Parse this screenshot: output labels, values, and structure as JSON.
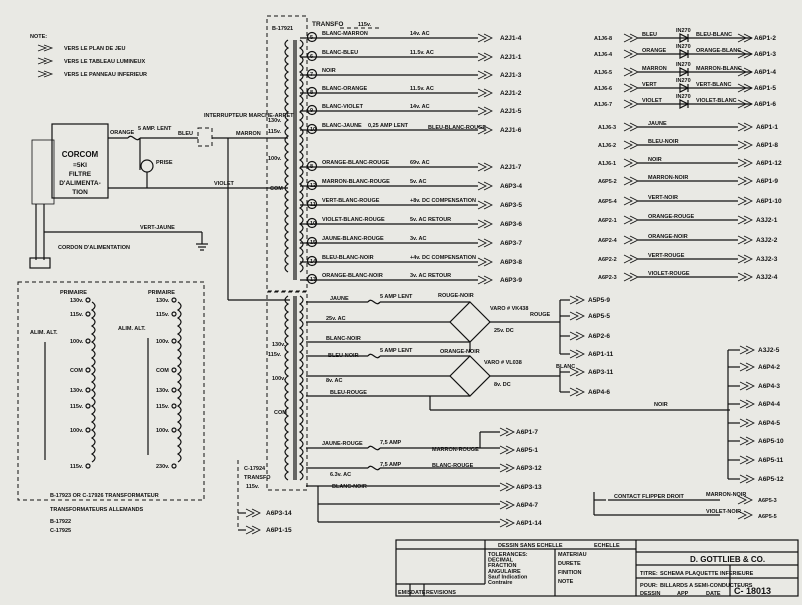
{
  "note": {
    "title": "NOTE:",
    "items": [
      "VERS LE PLAN DE JEU",
      "VERS LE TABLEAU LUMINEUX",
      "VERS LE PANNEAU INFERIEUR"
    ]
  },
  "transfo": {
    "part": "B-17921",
    "title": "TRANSFO",
    "voltage": "115v.",
    "taps": [
      "130v.",
      "115v.",
      "100v.",
      "COM"
    ],
    "pins": [
      "5",
      "6",
      "7",
      "8",
      "9",
      "10",
      "11",
      "12",
      "13",
      "14",
      "15",
      "16",
      "17",
      "18"
    ]
  },
  "upper_wires": [
    {
      "wire": "BLANC-MARRON",
      "value": "14v. AC",
      "conn": "A2J1-4",
      "pin": "5"
    },
    {
      "wire": "BLANC-BLEU",
      "value": "11.5v. AC",
      "conn": "A2J1-1",
      "pin": "6"
    },
    {
      "wire": "NOIR",
      "value": "",
      "conn": "A2J1-3",
      "pin": "7"
    },
    {
      "wire": "BLANC-ORANGE",
      "value": "11.5v. AC",
      "conn": "A2J1-2",
      "pin": "8"
    },
    {
      "wire": "BLANC-VIOLET",
      "value": "14v. AC",
      "conn": "A2J1-5",
      "pin": "9"
    },
    {
      "wire": "BLANC-JAUNE",
      "value": "0,25 AMP LENT",
      "conn": "A2J1-6",
      "pin": "10",
      "extra": "BLEU-BLANC-ROUGE"
    },
    {
      "wire": "ORANGE-BLANC-ROUGE",
      "value": "69v. AC",
      "conn": "A2J1-7",
      "pin": "8"
    },
    {
      "wire": "MARRON-BLANC-ROUGE",
      "value": "5v. AC",
      "conn": "A6P3-4",
      "pin": "12"
    },
    {
      "wire": "VERT-BLANC-ROUGE",
      "value": "+8v. DC COMPENSATION",
      "conn": "A6P3-5",
      "pin": "11"
    },
    {
      "wire": "VIOLET-BLANC-ROUGE",
      "value": "5v. AC RETOUR",
      "conn": "A6P3-6",
      "pin": "10"
    },
    {
      "wire": "JAUNE-BLANC-ROUGE",
      "value": "3v. AC",
      "conn": "A6P3-7",
      "pin": "15"
    },
    {
      "wire": "BLEU-BLANC-NOIR",
      "value": "+4v. DC COMPENSATION",
      "conn": "A6P3-8",
      "pin": "14"
    },
    {
      "wire": "ORANGE-BLANC-NOIR",
      "value": "3v. AC RETOUR",
      "conn": "A6P3-9",
      "pin": "13"
    }
  ],
  "corcom": {
    "lines": [
      "CORCOM",
      "=5KI",
      "FILTRE",
      "D'ALIMENTA-",
      "TION"
    ]
  },
  "mains": {
    "orange": "ORANGE",
    "fuse": "5 AMP. LENT",
    "bleu": "BLEU",
    "switch": "INTERRUPTEUR MARCHE-ARRET",
    "marron": "MARRON",
    "prise": "PRISE",
    "violet": "VIOLET",
    "vert_jaune": "VERT-JAUNE",
    "cordon": "CORDON D'ALIMENTATION",
    "com": "COM"
  },
  "german": {
    "primaire": "PRIMAIRE",
    "alim": "ALIM. ALT.",
    "left_taps": [
      "130v.",
      "115v.",
      "100v.",
      "COM",
      "130v.",
      "115v.",
      "100v.",
      "115v."
    ],
    "right_taps": [
      "130v.",
      "115v.",
      "100v.",
      "COM",
      "130v.",
      "115v.",
      "100v.",
      "230v."
    ],
    "caption": "B-17923 OR C-17926  TRANSFORMATEUR",
    "caption2": "TRANSFORMATEURS ALLEMANDS",
    "parts": [
      "B-17922",
      "C-17925"
    ]
  },
  "lower_transfo": {
    "part": "C-17924",
    "title": "TRANSFO",
    "voltage": "115v.",
    "taps": [
      "130v.",
      "115v.",
      "100v.",
      "COM"
    ],
    "jaune": "JAUNE",
    "fuse1": "5 AMP LENT",
    "rouge_noir": "ROUGE-NOIR",
    "varo1": "VARO # VK438",
    "rouge": "ROUGE",
    "v25ac": "25v. AC",
    "v25dc": "25v. DC",
    "blanc_noir": "BLANC-NOIR",
    "bleu_noir": "BLEU-NOIR",
    "fuse2": "5 AMP LENT",
    "orange_noir": "ORANGE-NOIR",
    "varo2": "VARO # VL038",
    "blanc": "BLANC",
    "v8ac": "8v. AC",
    "v8dc": "8v. DC",
    "bleu_rouge": "BLEU-ROUGE",
    "noir": "NOIR",
    "jaune_rouge": "JAUNE-ROUGE",
    "amp75": "7,5 AMP",
    "marron_rouge": "MARRON-ROUGE",
    "v63": "6.3v. AC",
    "blanc_rouge": "BLANC-ROUGE",
    "blanc_noir2": "BLANC-NOIR"
  },
  "rectifier_out": [
    "A5P5-9",
    "A6P5-5",
    "A6P2-6",
    "A6P1-11",
    "A6P3-11",
    "A6P4-6"
  ],
  "lower_out": [
    "A6P1-7",
    "A6P5-1",
    "A6P3-12",
    "A6P3-13",
    "A6P4-7",
    "A6P1-14"
  ],
  "bottom_left": [
    "A6P3-14",
    "A6P1-15"
  ],
  "right_top": [
    {
      "from": "A1J6-8",
      "wire": "BLEU",
      "diode": "IN270",
      "wire2": "BLEU-BLANC",
      "to": "A6P1-2"
    },
    {
      "from": "A1J6-4",
      "wire": "ORANGE",
      "diode": "IN270",
      "wire2": "ORANGE-BLANC",
      "to": "A6P1-3"
    },
    {
      "from": "A1J6-5",
      "wire": "MARRON",
      "diode": "IN270",
      "wire2": "MARRON-BLANC",
      "to": "A6P1-4"
    },
    {
      "from": "A1J6-6",
      "wire": "VERT",
      "diode": "IN270",
      "wire2": "VERT-BLANC",
      "to": "A6P1-5"
    },
    {
      "from": "A1J6-7",
      "wire": "VIOLET",
      "diode": "IN270",
      "wire2": "VIOLET-BLANC",
      "to": "A6P1-6"
    }
  ],
  "right_mid": [
    {
      "from": "A1J6-3",
      "wire": "JAUNE",
      "to": "A6P1-1"
    },
    {
      "from": "A1J6-2",
      "wire": "BLEU-NOIR",
      "to": "A6P1-8"
    },
    {
      "from": "A1J6-1",
      "wire": "NOIR",
      "to": "A6P1-12"
    },
    {
      "from": "A6P5-2",
      "wire": "MARRON-NOIR",
      "to": "A6P1-9"
    },
    {
      "from": "A6P5-4",
      "wire": "VERT-NOIR",
      "to": "A6P1-10"
    },
    {
      "from": "A6P2-1",
      "wire": "ORANGE-ROUGE",
      "to": "A3J2-1"
    },
    {
      "from": "A6P2-4",
      "wire": "ORANGE-NOIR",
      "to": "A3J2-2"
    },
    {
      "from": "A6P2-2",
      "wire": "VERT-ROUGE",
      "to": "A3J2-3"
    },
    {
      "from": "A6P2-3",
      "wire": "VIOLET-ROUGE",
      "to": "A3J2-4"
    }
  ],
  "right_bus": [
    "A3J2-5",
    "A6P4-2",
    "A6P4-3",
    "A6P4-4",
    "A6P4-5",
    "A6P5-10",
    "A6P5-11",
    "A6P5-12"
  ],
  "flipper": {
    "label": "CONTACT FLIPPER DROIT",
    "wire1": "MARRON-NOIR",
    "to1": "A6P5-3",
    "wire2": "VIOLET-NOIR",
    "to2": "A6P5-5"
  },
  "title_block": {
    "company": "D. GOTTLIEB & CO.",
    "titre_label": "TITRE:",
    "titre": "SCHEMA PLAQUETTE INFERIEURE",
    "pour_label": "POUR:",
    "pour": "BILLARDS A SEMI-CONDUCTEURS",
    "dessin": "DESSIN SANS ECHELLE",
    "echelle": "ECHELLE",
    "tolerances": [
      "TOLERANCES:",
      "DECIMAL",
      "FRACTION",
      "ANGULAIRE",
      "Sauf Indication",
      "Contraire"
    ],
    "fields": [
      "MATERIAU",
      "DURETE",
      "FINITION",
      "NOTE"
    ],
    "small": [
      "DESSIN",
      "APP",
      "DATE"
    ],
    "number": "C- 18013",
    "revision": [
      "EMIS",
      "DATE",
      "REVISIONS"
    ]
  }
}
